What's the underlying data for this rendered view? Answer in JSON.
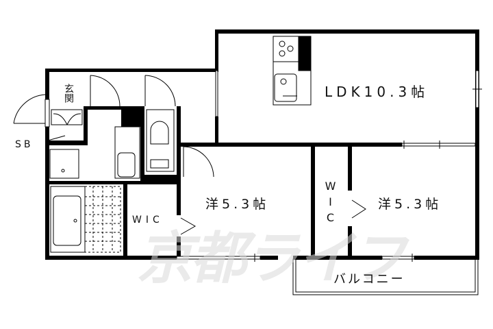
{
  "floor_plan": {
    "rooms": [
      {
        "id": "ldk",
        "label": "LDK10.3帖",
        "type": "LDK",
        "size_jo": 10.3
      },
      {
        "id": "western1",
        "label": "洋5.3帖",
        "type": "洋室",
        "size_jo": 5.3
      },
      {
        "id": "western2",
        "label": "洋5.3帖",
        "type": "洋室",
        "size_jo": 5.3
      },
      {
        "id": "wic1",
        "label": "WIC",
        "type": "walk-in closet"
      },
      {
        "id": "wic2",
        "label": "WIC",
        "type": "walk-in closet"
      },
      {
        "id": "entrance",
        "label": "玄関",
        "type": "entrance"
      },
      {
        "id": "shoebox",
        "label": "SB",
        "type": "shoe box"
      },
      {
        "id": "balcony",
        "label": "バルコニー",
        "type": "balcony"
      }
    ],
    "fixtures": [
      "stove-icon",
      "sink-icon",
      "toilet-icon",
      "bathtub-icon",
      "washbasin-icon",
      "washing-machine-icon"
    ],
    "watermark": "京都ライフ",
    "colors": {
      "wall": "#000000",
      "background": "#ffffff",
      "watermark": "#d9d9d9"
    }
  }
}
